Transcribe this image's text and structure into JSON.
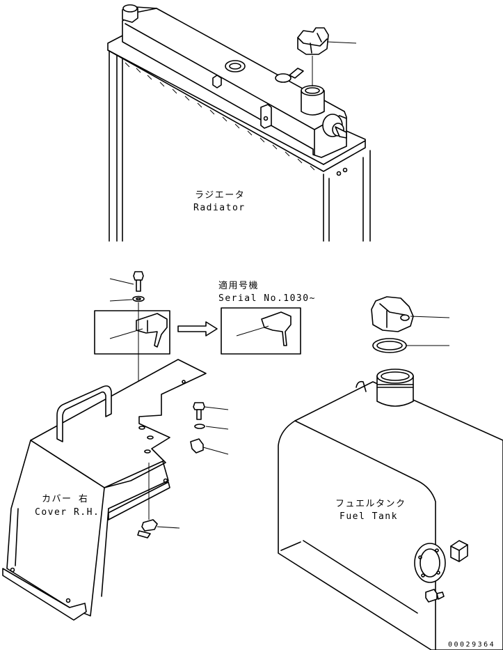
{
  "labels": {
    "radiator_jp": "ラジエータ",
    "radiator_en": "Radiator",
    "serial_jp": "適用号機",
    "serial_en": "Serial No.1030~",
    "cover_jp": "カバー 右",
    "cover_en": "Cover R.H.",
    "fuel_jp": "フュエルタンク",
    "fuel_en": "Fuel Tank",
    "drawing_no": "00029364"
  }
}
